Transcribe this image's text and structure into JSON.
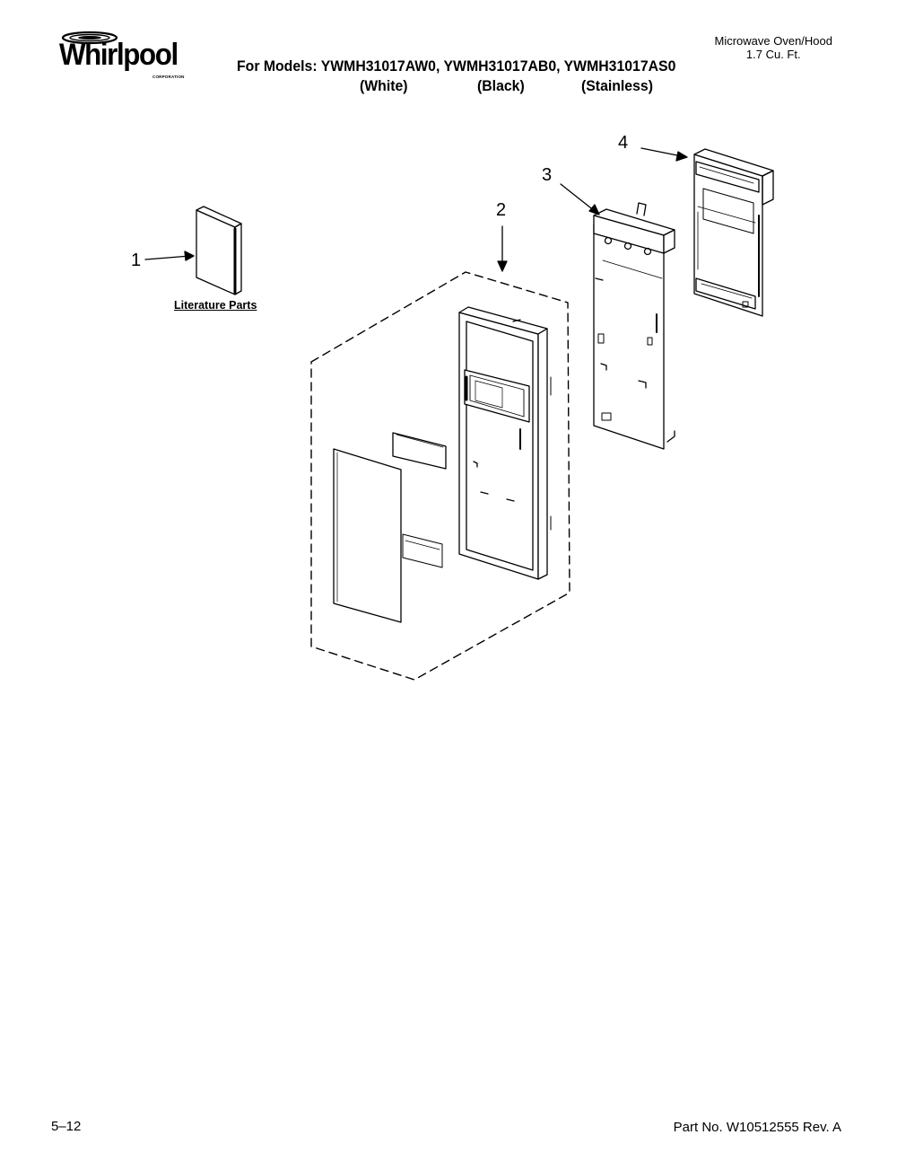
{
  "brand": {
    "name": "Whirlpool",
    "corporation": "CORPORATION"
  },
  "header": {
    "models_line": "For Models: YWMH31017AW0, YWMH31017AB0, YWMH31017AS0",
    "variants": [
      "(White)",
      "(Black)",
      "(Stainless)"
    ],
    "product_line1": "Microwave Oven/Hood",
    "product_line2": "1.7 Cu. Ft."
  },
  "diagram": {
    "callouts": [
      "1",
      "2",
      "3",
      "4"
    ],
    "literature_label": "Literature Parts"
  },
  "footer": {
    "page": "5–12",
    "part_number": "Part No. W10512555 Rev. A"
  }
}
